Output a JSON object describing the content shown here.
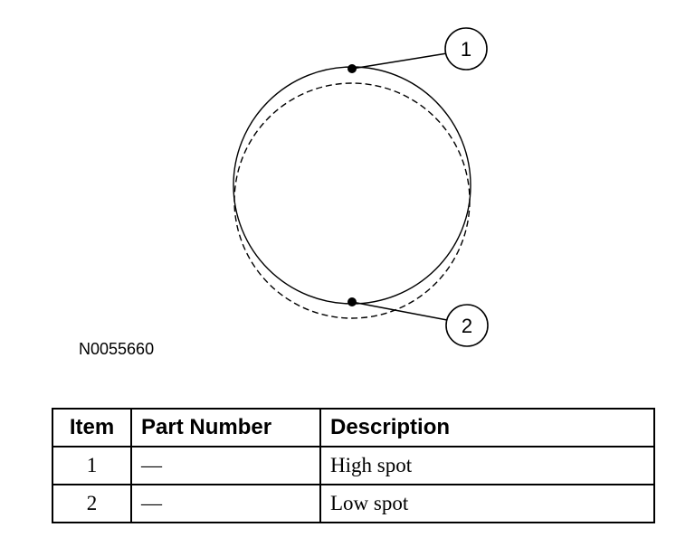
{
  "figure": {
    "id": "N0055660",
    "callouts": [
      {
        "number": "1"
      },
      {
        "number": "2"
      }
    ]
  },
  "table": {
    "headers": [
      "Item",
      "Part Number",
      "Description"
    ],
    "rows": [
      {
        "item": "1",
        "part_number": "—",
        "description": "High spot"
      },
      {
        "item": "2",
        "part_number": "—",
        "description": "Low spot"
      }
    ]
  }
}
